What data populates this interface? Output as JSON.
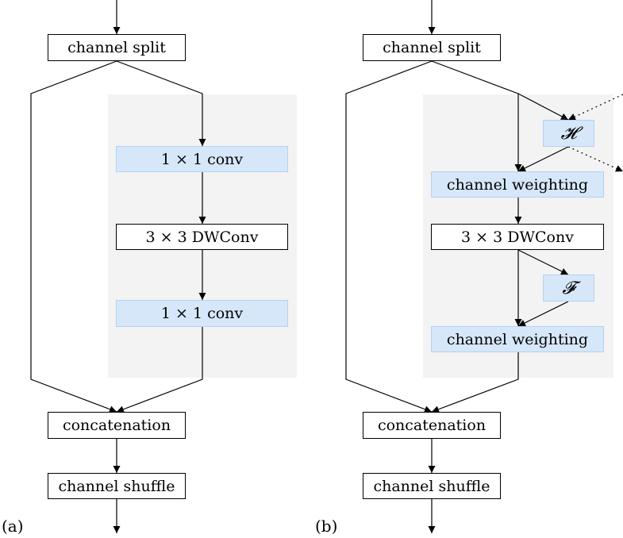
{
  "panel_a": {
    "label": "(a)",
    "channel_split": "channel split",
    "conv_top": "1 × 1 conv",
    "dwconv": "3 × 3 DWConv",
    "conv_bottom": "1 × 1 conv",
    "concatenation": "concatenation",
    "channel_shuffle": "channel shuffle"
  },
  "panel_b": {
    "label": "(b)",
    "channel_split": "channel split",
    "h_module": "𝓗",
    "weighting_top": "channel weighting",
    "dwconv": "3 × 3 DWConv",
    "f_module": "𝓕",
    "weighting_bottom": "channel weighting",
    "concatenation": "concatenation",
    "channel_shuffle": "channel shuffle"
  },
  "colors": {
    "box_fill_blue": "#d6e7fa",
    "panel_background": "#f3f3f3",
    "line": "#000000"
  }
}
